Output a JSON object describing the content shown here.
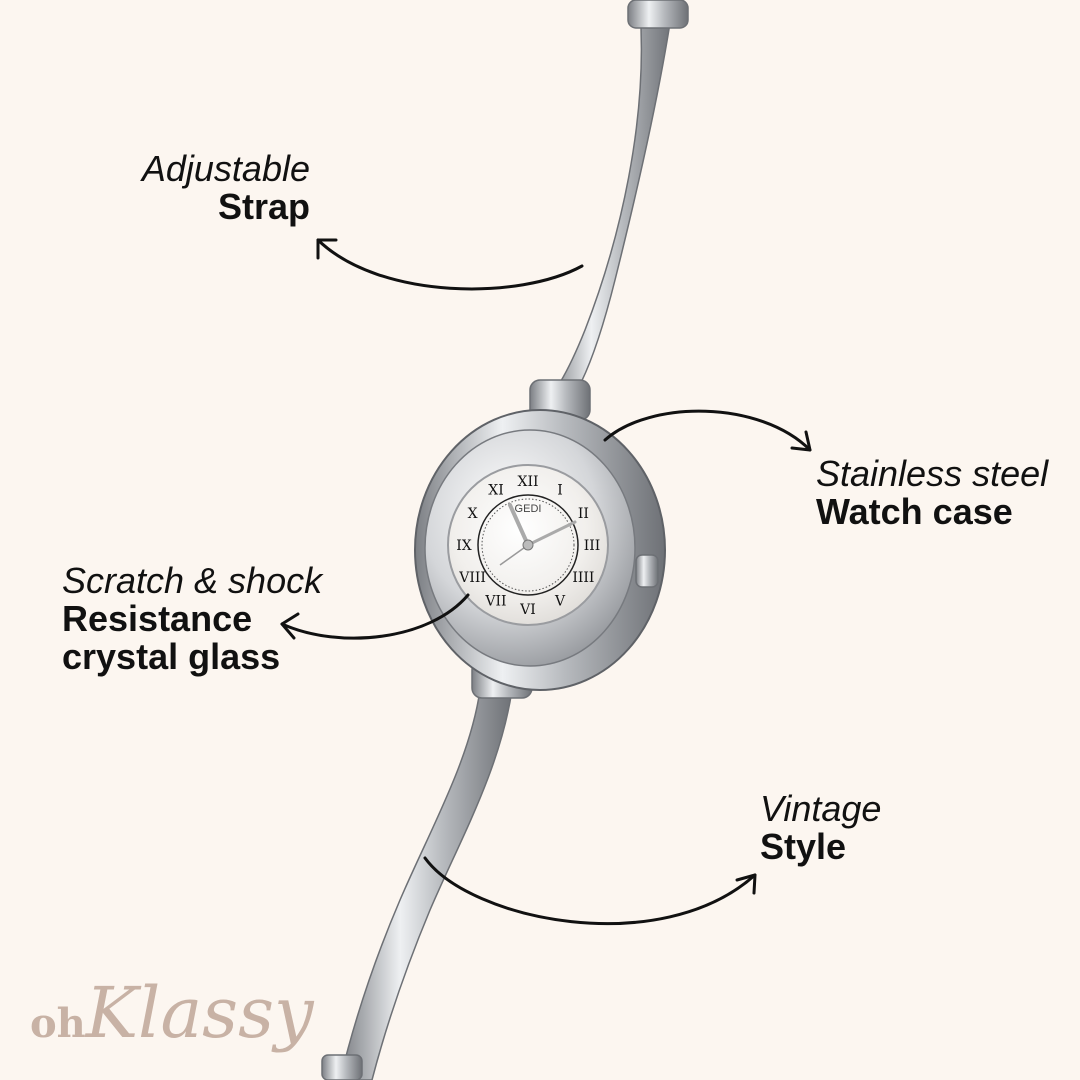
{
  "labels": {
    "strap": {
      "line1": "Adjustable",
      "line2": "Strap"
    },
    "case": {
      "line1": "Stainless steel",
      "line2": "Watch case"
    },
    "glass": {
      "line1": "Scratch & shock",
      "line2": "Resistance",
      "line3": "crystal glass"
    },
    "style": {
      "line1": "Vintage",
      "line2": "Style"
    }
  },
  "watch": {
    "brand": "GEDI",
    "numerals": [
      "XII",
      "I",
      "II",
      "III",
      "IIII",
      "V",
      "VI",
      "VII",
      "VIII",
      "IX",
      "X",
      "XI"
    ]
  },
  "brand": {
    "prefix": "oh",
    "name": "Klassy"
  },
  "colors": {
    "background": "#fcf6f0",
    "text": "#111111",
    "brand": "#c8b2a5",
    "steel": "#c9cacc"
  }
}
